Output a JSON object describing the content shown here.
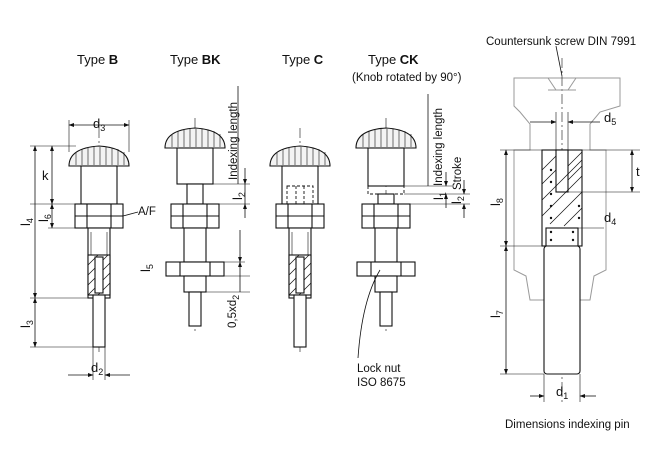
{
  "types": [
    {
      "prefix": "Type ",
      "bold": "B"
    },
    {
      "prefix": "Type ",
      "bold": "BK"
    },
    {
      "prefix": "Type ",
      "bold": "C"
    },
    {
      "prefix": "Type ",
      "bold": "CK"
    }
  ],
  "ck_note": "(Knob rotated by 90°)",
  "countersunk_label": "Countersunk screw DIN 7991",
  "indexing_length_label": "Indexing length",
  "stroke_label": "Stroke",
  "af_label": "A/F",
  "lock_nut_line1": "Lock nut",
  "lock_nut_line2": "ISO 8675",
  "half_d2_label": "0,5xd",
  "half_d2_sub": "2",
  "pin_caption": "Dimensions indexing pin",
  "dims": {
    "d3": {
      "base": "d",
      "sub": "3"
    },
    "k": {
      "base": "k",
      "sub": ""
    },
    "l6": {
      "base": "l",
      "sub": "6"
    },
    "l4": {
      "base": "l",
      "sub": "4"
    },
    "l3": {
      "base": "l",
      "sub": "3"
    },
    "d2": {
      "base": "d",
      "sub": "2"
    },
    "l2": {
      "base": "l",
      "sub": "2"
    },
    "l5": {
      "base": "l",
      "sub": "5"
    },
    "l1": {
      "base": "l",
      "sub": "1"
    },
    "l2ck": {
      "base": "l",
      "sub": "2"
    },
    "d5": {
      "base": "d",
      "sub": "5"
    },
    "t": {
      "base": "t",
      "sub": ""
    },
    "l8": {
      "base": "l",
      "sub": "8"
    },
    "d4": {
      "base": "d",
      "sub": "4"
    },
    "l7": {
      "base": "l",
      "sub": "7"
    },
    "d1": {
      "base": "d",
      "sub": "1"
    }
  }
}
